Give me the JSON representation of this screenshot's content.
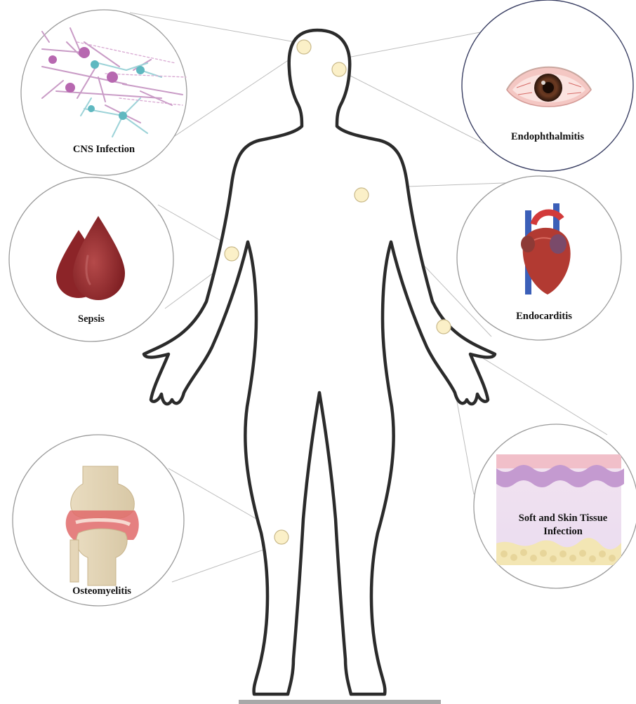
{
  "labels": {
    "cns": "CNS Infection",
    "endophthalmitis": "Endophthalmitis",
    "sepsis": "Sepsis",
    "endocarditis": "Endocarditis",
    "osteomyelitis": "Osteomyelitis",
    "skin_line1": "Soft and Skin Tissue",
    "skin_line2": "Infection"
  },
  "colors": {
    "body_outline": "#2b2b2b",
    "marker_fill": "#fbf0c8",
    "marker_stroke": "#c9b98a",
    "leader_line": "#b8b8b8",
    "circle_border": "#9a9a9a",
    "circle_border_eye": "#3a3f63"
  }
}
